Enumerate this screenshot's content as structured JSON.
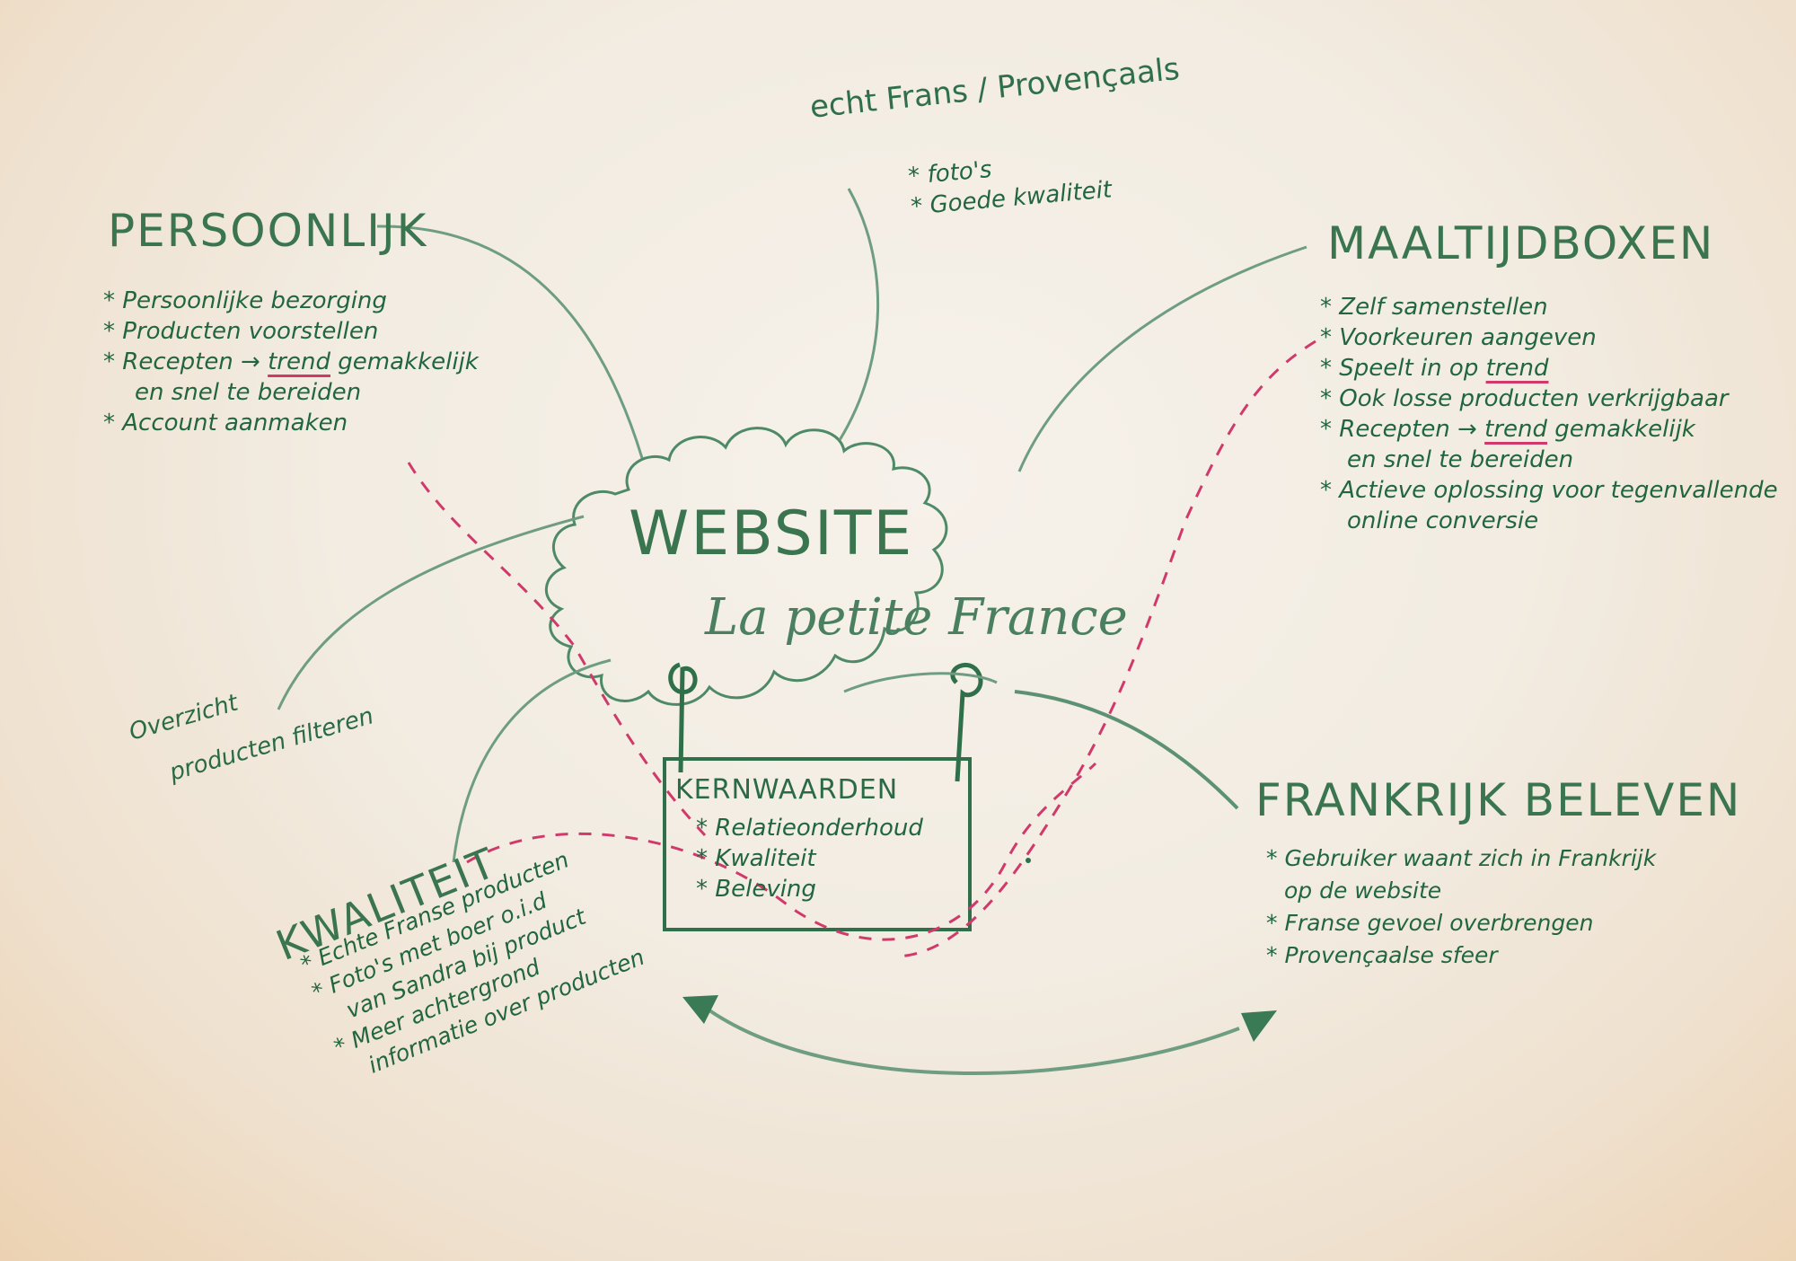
{
  "center": {
    "title": "WEBSITE",
    "subtitle": "La petite France"
  },
  "kernwaarden": {
    "title": "KERNWAARDEN",
    "items": [
      "Relatieonderhoud",
      "Kwaliteit",
      "Beleving"
    ]
  },
  "persoonlijk": {
    "title": "PERSOONLIJK",
    "items": [
      "* Persoonlijke bezorging",
      "* Producten voorstellen",
      "* Recepten →",
      "trend",
      "gemakkelijk",
      "en snel te bereiden",
      "* Account aanmaken"
    ]
  },
  "echt_frans": {
    "title": "echt Frans / Provençaals",
    "items": [
      "* foto's",
      "* Goede kwaliteit"
    ]
  },
  "maaltijdboxen": {
    "title": "MAALTIJDBOXEN",
    "items": [
      "* Zelf samenstellen",
      "* Voorkeuren aangeven",
      "* Speelt in op",
      "trend",
      "* Ook losse producten verkrijgbaar",
      "* Recepten →",
      "trend",
      "gemakkelijk",
      "en snel te bereiden",
      "* Actieve oplossing voor tegenvallende",
      "online conversie"
    ]
  },
  "overzicht": {
    "line1": "Overzicht",
    "line2": "producten filteren"
  },
  "kwaliteit": {
    "title": "KWALITEIT",
    "items": [
      "* Echte Franse producten",
      "* Foto's met boer o.i.d",
      "van Sandra bij product",
      "* Meer achtergrond",
      "informatie over producten"
    ]
  },
  "frankrijk_beleven": {
    "title": "FRANKRIJK BELEVEN",
    "items": [
      "* Gebruiker waant zich in Frankrijk",
      "op de website",
      "* Franse gevoel overbrengen",
      "* Provençaalse sfeer"
    ]
  },
  "colors": {
    "ink_green": "#2f6f4a",
    "pencil_green": "#6f9d82",
    "dark_green": "#226640",
    "red_dashed": "#d03a6a",
    "paper": "#f2ece2"
  }
}
